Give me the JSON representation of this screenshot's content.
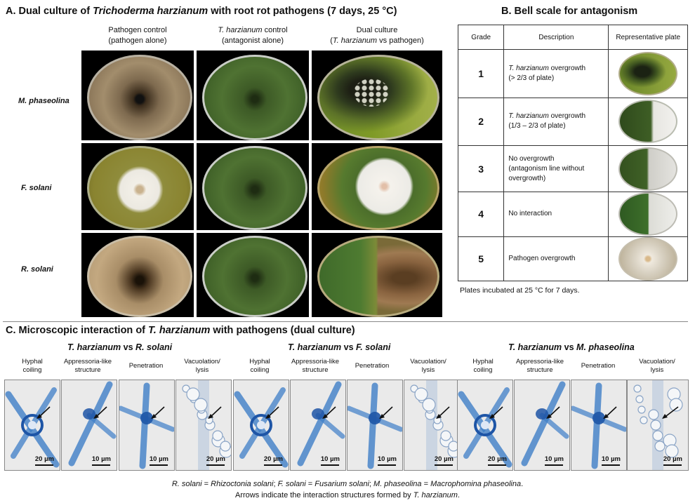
{
  "panel_a": {
    "title_prefix": "A. Dual culture of ",
    "title_italic": "Trichoderma harzianum",
    "title_suffix": " with root rot pathogens (7 days, 25 °C)",
    "columns": [
      {
        "line1": "Pathogen control",
        "line2": "(pathogen alone)"
      },
      {
        "line1_italic": "T. harzianum",
        "line1_rest": " control",
        "line2": "(antagonist alone)"
      },
      {
        "line1": "Dual culture",
        "line2_prefix": "(",
        "line2_italic": "T. harzianum",
        "line2_rest": " vs pathogen)"
      }
    ],
    "rows": [
      "M. phaseolina",
      "F. solani",
      "R. solani"
    ]
  },
  "panel_b": {
    "title": "B. Bell scale for antagonism",
    "headers": [
      "Grade",
      "Description",
      "Representative plate"
    ],
    "grades": [
      {
        "grade": "1",
        "desc_italic": "T. harzianum",
        "desc_rest": " overgrowth",
        "desc_line2": "(> 2/3 of plate)"
      },
      {
        "grade": "2",
        "desc_italic": "T. harzianum",
        "desc_rest": " overgrowth",
        "desc_line2": "(1/3 – 2/3 of plate)"
      },
      {
        "grade": "3",
        "desc_italic": "",
        "desc_rest": "No overgrowth",
        "desc_line2": "(antagonism line without overgrowth)"
      },
      {
        "grade": "4",
        "desc_italic": "",
        "desc_rest": "No interaction",
        "desc_line2": ""
      },
      {
        "grade": "5",
        "desc_italic": "",
        "desc_rest": "Pathogen overgrowth",
        "desc_line2": ""
      }
    ],
    "note": "Plates incubated at 25 °C for 7 days."
  },
  "panel_c": {
    "title_prefix": "C. Microscopic interaction of ",
    "title_italic": "T. harzianum",
    "title_suffix": " with pathogens (dual culture)",
    "groups": [
      {
        "italic": "T. harzianum",
        "vs": " vs ",
        "pathogen": "R. solani"
      },
      {
        "italic": "T. harzianum",
        "vs": " vs ",
        "pathogen": "F. solani"
      },
      {
        "italic": "T. harzianum",
        "vs": " vs ",
        "pathogen": "M. phaseolina"
      }
    ],
    "labels": [
      {
        "l1": "Hyphal",
        "l2": "coiling"
      },
      {
        "l1": "Appressoria-like",
        "l2": "structure"
      },
      {
        "l1": "Penetration",
        "l2": ""
      },
      {
        "l1": "Vacuolation/",
        "l2": "lysis"
      }
    ],
    "scalebars": [
      "20 µm",
      "10 µm",
      "10 µm",
      "20 µm",
      "20 µm",
      "10 µm",
      "10 µm",
      "20 µm",
      "20 µm",
      "10 µm",
      "10 µm",
      "20 µm"
    ]
  },
  "footer": {
    "line1_parts": [
      "R. solani",
      " = ",
      "Rhizoctonia solani",
      "; ",
      "F. solani",
      " = ",
      "Fusarium solani",
      "; ",
      "M. phaseolina",
      " = ",
      "Macrophomina phaseolina",
      "."
    ],
    "line2_prefix": "Arrows indicate the interaction structures formed by ",
    "line2_italic": "T. harzianum",
    "line2_suffix": "."
  }
}
